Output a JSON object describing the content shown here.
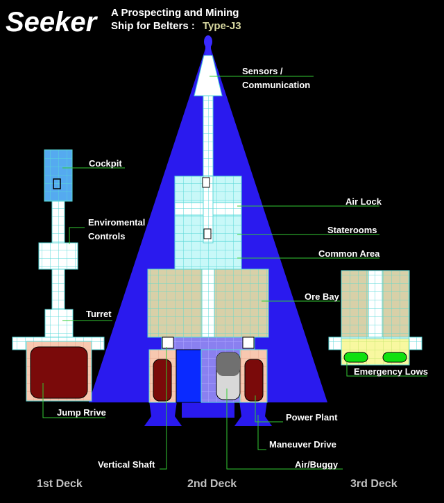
{
  "title": {
    "name": "Seeker",
    "subtitle_line1": "A Prospecting and Mining",
    "subtitle_line2": "Ship for Belters :",
    "type": "Type-J3"
  },
  "labels": {
    "sensors_1": "Sensors /",
    "sensors_2": "Communication",
    "cockpit": "Cockpit",
    "env_1": "Enviromental",
    "env_2": "Controls",
    "turret": "Turret",
    "jump_drive": "Jump Rrive",
    "air_lock": "Air Lock",
    "staterooms": "Staterooms",
    "common_area": "Common Area",
    "ore_bay": "Ore Bay",
    "emergency_lows": "Emergency Lows",
    "power_plant": "Power Plant",
    "maneuver_drive": "Maneuver Drive",
    "vertical_shaft": "Vertical Shaft",
    "air_buggy": "Air/Buggy"
  },
  "decks": {
    "first": "1st Deck",
    "second": "2nd Deck",
    "third": "3rd Deck"
  },
  "colors": {
    "hull": "#2a1aee",
    "corridor": "#ffffff",
    "grid_line": "#58d8d8",
    "cyan_room": "#c8f8f8",
    "cockpit": "#55aaf0",
    "ore": "#d8d0a8",
    "engine_room": "#f8c8b0",
    "dark_red": "#7a0a0a",
    "leader": "#33cc33",
    "emergency_green": "#10e010",
    "emergency_bg": "#f8f8a0"
  }
}
